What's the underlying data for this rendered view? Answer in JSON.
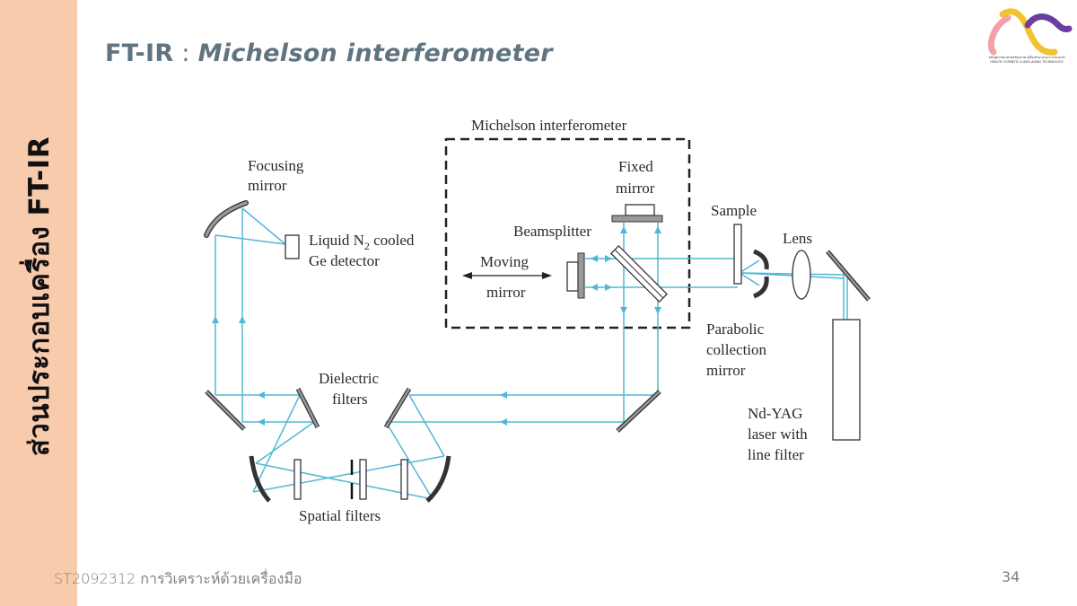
{
  "slide": {
    "title_prefix": "FT-IR",
    "title_separator": " : ",
    "title_main": "Michelson interferometer",
    "sidebar_title": "ส่วนประกอบเครื่อง FT-IR",
    "footer_course": "ST2092312 การวิเคราะห์ด้วยเครื่องมือ",
    "page_number": "34",
    "logo": {
      "name": "health-cosmetic-anti-aging-logo",
      "text_line1": "หลักสูตรวิทยาศาสตร์สุขภาพ เครื่องสำอางและการชะลอวัย",
      "text_line2": "HEALTH COSMETIC & ANTI-AGING TECHNOLOGY",
      "colors": {
        "pink": "#F4A0A8",
        "yellow": "#F2C230",
        "purple": "#6A3FA0"
      }
    },
    "colors": {
      "sidebar": "#F8CBAD",
      "title": "#5F7380",
      "beam": "#4FB8D6",
      "footer": "#7F7F7F"
    }
  },
  "diagram": {
    "labels": {
      "michelson": "Michelson interferometer",
      "focusing_mirror_1": "Focusing",
      "focusing_mirror_2": "mirror",
      "detector_1_pre": "Liquid N",
      "detector_1_sub": "2",
      "detector_1_post": " cooled",
      "detector_2": "Ge detector",
      "fixed_mirror_1": "Fixed",
      "fixed_mirror_2": "mirror",
      "beamsplitter": "Beamsplitter",
      "moving_mirror_1": "Moving",
      "moving_mirror_2": "mirror",
      "sample": "Sample",
      "lens": "Lens",
      "parabolic_1": "Parabolic",
      "parabolic_2": "collection",
      "parabolic_3": "mirror",
      "laser_1": "Nd-YAG",
      "laser_2": "laser with",
      "laser_3": "line filter",
      "dielectric_1": "Dielectric",
      "dielectric_2": "filters",
      "spatial": "Spatial filters"
    }
  }
}
